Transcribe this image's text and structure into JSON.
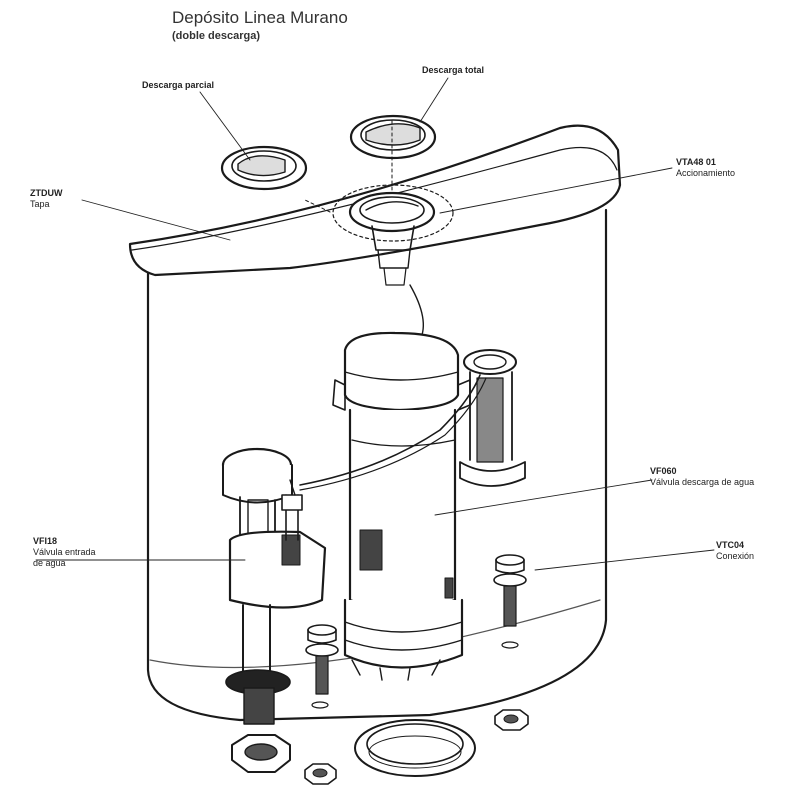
{
  "title": "Depósito Linea Murano",
  "subtitle": "(doble descarga)",
  "labels": {
    "partial": "Descarga parcial",
    "total": "Descarga total",
    "lid_code": "ZTDUW",
    "lid_name": "Tapa",
    "actuator_code": "VTA48 01",
    "actuator_name": "Accionamiento",
    "flush_code": "VF060",
    "flush_name": "Válvula descarga  de agua",
    "inlet_code": "VFI18",
    "inlet_name_1": "Válvula entrada",
    "inlet_name_2": "de agua",
    "conn_code": "VTC04",
    "conn_name": "Conexión"
  }
}
